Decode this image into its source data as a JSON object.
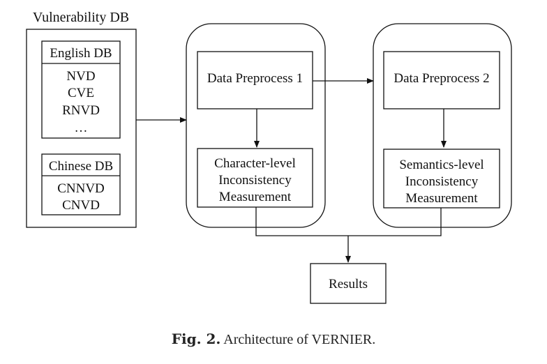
{
  "vulnerability_db": {
    "title": "Vulnerability DB",
    "english_db": {
      "title": "English DB",
      "items": [
        "NVD",
        "CVE",
        "RNVD",
        "…"
      ]
    },
    "chinese_db": {
      "title": "Chinese DB",
      "items": [
        "CNNVD",
        "CNVD"
      ]
    }
  },
  "stage1": {
    "preprocess": "Data Preprocess 1",
    "measurement": [
      "Character-level",
      "Inconsistency",
      "Measurement"
    ]
  },
  "stage2": {
    "preprocess": "Data Preprocess 2",
    "measurement": [
      "Semantics-level",
      "Inconsistency",
      "Measurement"
    ]
  },
  "results": "Results",
  "caption": {
    "label": "Fig. 2.",
    "text": "Architecture of VERNIER."
  }
}
